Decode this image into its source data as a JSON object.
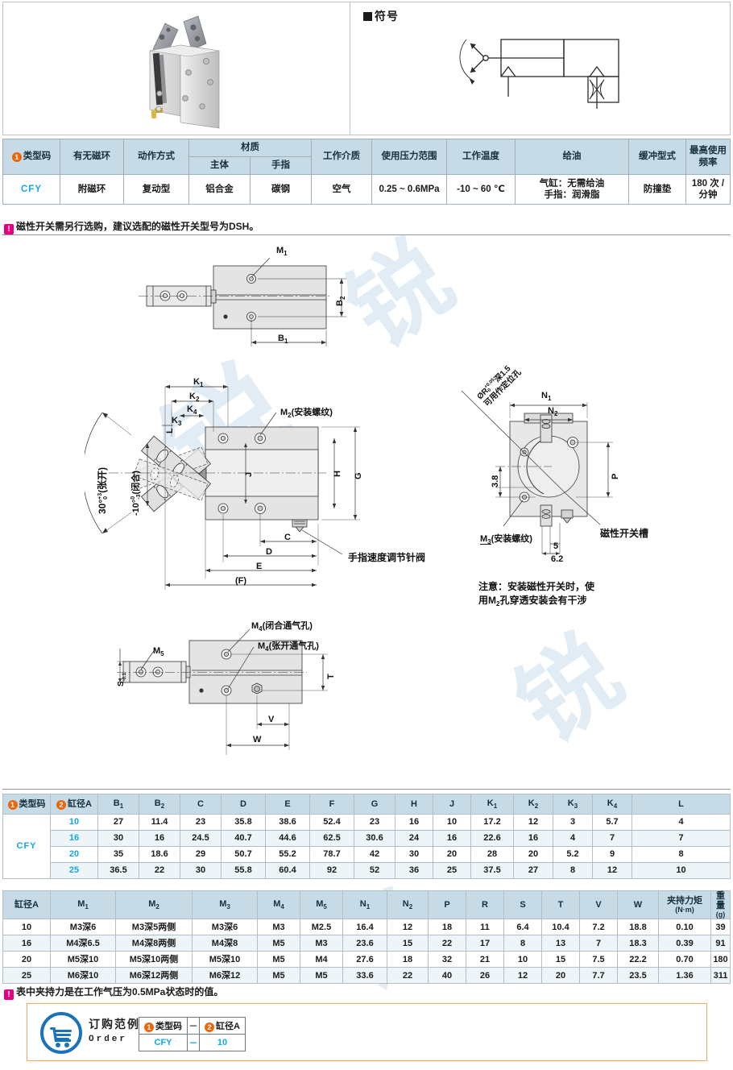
{
  "symbol_section": {
    "title": "符号"
  },
  "spec_table": {
    "headers": {
      "type_code": "类型码",
      "magnet": "有无磁环",
      "action": "动作方式",
      "material": "材质",
      "material_body": "主体",
      "material_finger": "手指",
      "medium": "工作介质",
      "pressure": "使用压力范围",
      "temperature": "工作温度",
      "lubrication": "给油",
      "cushion": "缓冲型式",
      "frequency": "最高使用频率"
    },
    "row": {
      "type_code": "CFY",
      "magnet": "附磁环",
      "action": "复动型",
      "material_body": "铝合金",
      "material_finger": "碳钢",
      "medium": "空气",
      "pressure": "0.25 ~ 0.6MPa",
      "temperature": "-10 ~ 60 ℃",
      "lubrication_line1": "气缸：无需给油",
      "lubrication_line2": "手指：润滑脂",
      "cushion": "防撞垫",
      "frequency": "180 次 / 分钟"
    }
  },
  "notes": {
    "note1": "磁性开关需另行选购，建议选配的磁性开关型号为DSH。",
    "note2": "表中夹持力是在工作气压为0.5MPa状态时的值。"
  },
  "drawing_labels": {
    "m1": "M",
    "m1_sub": "1",
    "b1": "B",
    "b1_sub": "1",
    "b2": "B",
    "b2_sub": "2",
    "k1": "K",
    "k1_sub": "1",
    "k2": "K",
    "k2_sub": "2",
    "k3": "K",
    "k3_sub": "3",
    "k4": "K",
    "k4_sub": "4",
    "l": "L",
    "angle_open": "30°",
    "angle_open_tol_sup": "+3",
    "angle_open_tol_sub": "0",
    "angle_open_text": "(张开)",
    "angle_close": "-10°",
    "angle_close_tol_sup": "0",
    "angle_close_tol_sub": "-3",
    "angle_close_text": "(闭合)",
    "m2": "M",
    "m2_sub": "2",
    "m2_text": "(安装螺纹)",
    "g": "G",
    "h": "H",
    "j": "J",
    "c": "C",
    "d": "D",
    "e": "E",
    "f": "(F)",
    "needle_valve": "手指速度调节针阀",
    "n1": "N",
    "n1_sub": "1",
    "n2": "N",
    "n2_sub": "2",
    "p": "P",
    "dia_r_note": "ØR",
    "dia_r_tol_sup": "+0.05",
    "dia_r_tol_sub": "0",
    "dia_r_depth": "深1.5",
    "dia_r_use": "可用作定位孔",
    "dim_38": "3.8",
    "dim_5": "5",
    "dim_62": "6.2",
    "m3": "M",
    "m3_sub": "3",
    "m3_text": "(安装螺纹)",
    "switch_slot": "磁性开关槽",
    "caution_line1": "注意：安装磁性开关时，使",
    "caution_line2a": "用M",
    "caution_line2b": "孔穿透安装会有干涉",
    "caution_line2_sub": "2",
    "m4_close": "M",
    "m4_close_sub": "4",
    "m4_close_text": "(闭合通气孔)",
    "m4_open": "M",
    "m4_open_sub": "4",
    "m4_open_text": "(张开通气孔)",
    "m5": "M",
    "m5_sub": "5",
    "s_dim": "S",
    "s_dim_tol": "-0.1",
    "t": "T",
    "v": "V",
    "w": "W"
  },
  "dim_table_1": {
    "headers": [
      "类型码",
      "缸径A",
      "B₁",
      "B₂",
      "C",
      "D",
      "E",
      "F",
      "G",
      "H",
      "J",
      "K₁",
      "K₂",
      "K₃",
      "K₄",
      "L"
    ],
    "header_parts": [
      {
        "main": "类型码",
        "sub": "",
        "badge": "1"
      },
      {
        "main": "缸径A",
        "sub": "",
        "badge": "2"
      },
      {
        "main": "B",
        "sub": "1"
      },
      {
        "main": "B",
        "sub": "2"
      },
      {
        "main": "C",
        "sub": ""
      },
      {
        "main": "D",
        "sub": ""
      },
      {
        "main": "E",
        "sub": ""
      },
      {
        "main": "F",
        "sub": ""
      },
      {
        "main": "G",
        "sub": ""
      },
      {
        "main": "H",
        "sub": ""
      },
      {
        "main": "J",
        "sub": ""
      },
      {
        "main": "K",
        "sub": "1"
      },
      {
        "main": "K",
        "sub": "2"
      },
      {
        "main": "K",
        "sub": "3"
      },
      {
        "main": "K",
        "sub": "4"
      },
      {
        "main": "L",
        "sub": ""
      }
    ],
    "type_code": "CFY",
    "rows": [
      {
        "bore": "10",
        "values": [
          "27",
          "11.4",
          "23",
          "35.8",
          "38.6",
          "52.4",
          "23",
          "16",
          "10",
          "17.2",
          "12",
          "3",
          "5.7",
          "4"
        ]
      },
      {
        "bore": "16",
        "values": [
          "30",
          "16",
          "24.5",
          "40.7",
          "44.6",
          "62.5",
          "30.6",
          "24",
          "16",
          "22.6",
          "16",
          "4",
          "7",
          "7"
        ]
      },
      {
        "bore": "20",
        "values": [
          "35",
          "18.6",
          "29",
          "50.7",
          "55.2",
          "78.7",
          "42",
          "30",
          "20",
          "28",
          "20",
          "5.2",
          "9",
          "8"
        ]
      },
      {
        "bore": "25",
        "values": [
          "36.5",
          "22",
          "30",
          "55.8",
          "60.4",
          "92",
          "52",
          "36",
          "25",
          "37.5",
          "27",
          "8",
          "12",
          "10"
        ]
      }
    ]
  },
  "dim_table_2": {
    "header_parts": [
      {
        "main": "缸径A",
        "sub": ""
      },
      {
        "main": "M",
        "sub": "1"
      },
      {
        "main": "M",
        "sub": "2"
      },
      {
        "main": "M",
        "sub": "3"
      },
      {
        "main": "M",
        "sub": "4"
      },
      {
        "main": "M",
        "sub": "5"
      },
      {
        "main": "N",
        "sub": "1"
      },
      {
        "main": "N",
        "sub": "2"
      },
      {
        "main": "P",
        "sub": ""
      },
      {
        "main": "R",
        "sub": ""
      },
      {
        "main": "S",
        "sub": ""
      },
      {
        "main": "T",
        "sub": ""
      },
      {
        "main": "V",
        "sub": ""
      },
      {
        "main": "W",
        "sub": ""
      },
      {
        "main": "夹持力矩",
        "sub": "",
        "line2": "(N·m)"
      },
      {
        "main": "重量",
        "sub": "",
        "line2": "(g)"
      }
    ],
    "rows": [
      {
        "bore": "10",
        "values": [
          "M3深6",
          "M3深5两侧",
          "M3深6",
          "M3",
          "M2.5",
          "16.4",
          "12",
          "18",
          "11",
          "6.4",
          "10.4",
          "7.2",
          "18.8",
          "0.10",
          "39"
        ]
      },
      {
        "bore": "16",
        "values": [
          "M4深6.5",
          "M4深8两侧",
          "M4深8",
          "M5",
          "M3",
          "23.6",
          "15",
          "22",
          "17",
          "8",
          "13",
          "7",
          "18.3",
          "0.39",
          "91"
        ]
      },
      {
        "bore": "20",
        "values": [
          "M5深10",
          "M5深10两侧",
          "M5深10",
          "M5",
          "M4",
          "27.6",
          "18",
          "32",
          "21",
          "10",
          "15",
          "7.5",
          "22.2",
          "0.70",
          "180"
        ]
      },
      {
        "bore": "25",
        "values": [
          "M6深10",
          "M6深12两侧",
          "M6深12",
          "M5",
          "M5",
          "33.6",
          "22",
          "40",
          "26",
          "12",
          "20",
          "7.7",
          "23.5",
          "1.36",
          "311"
        ]
      }
    ]
  },
  "order_example": {
    "label_cn": "订购范例",
    "label_en": "Order",
    "col1_header": "类型码",
    "col1_badge": "1",
    "dash": "－",
    "col2_header": "缸径A",
    "col2_badge": "2",
    "value1": "CFY",
    "value2": "10"
  },
  "colors": {
    "header_bg": "#c6dbe6",
    "accent_blue": "#13a7e8",
    "badge_orange": "#ec6608",
    "note_pink": "#e5007f",
    "order_border": "#f0a868"
  }
}
